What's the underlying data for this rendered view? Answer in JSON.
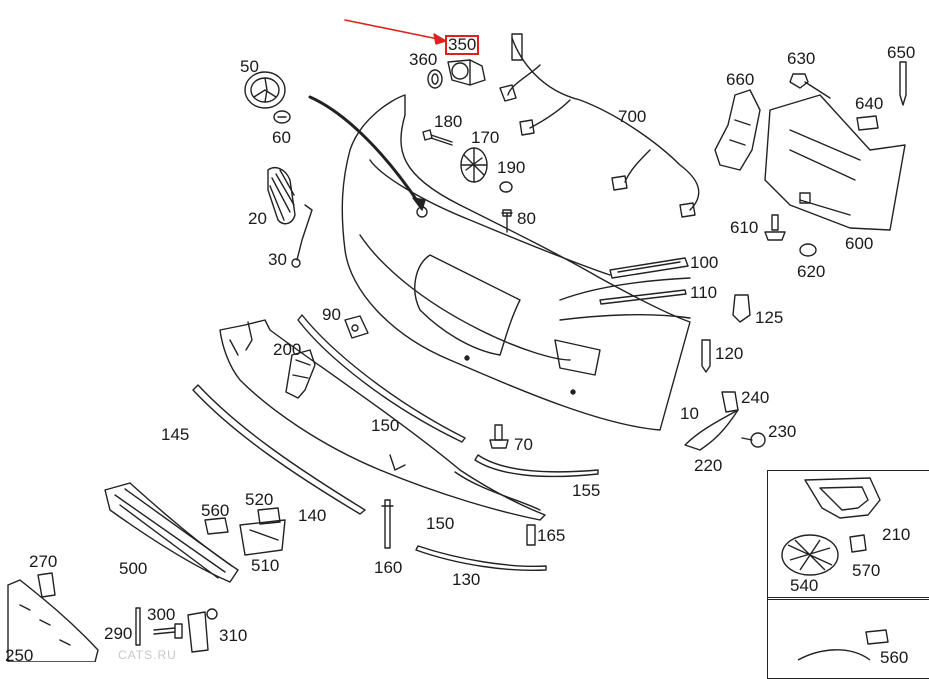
{
  "highlighted_part": "350",
  "watermark": "CATS.RU",
  "labels": {
    "p50": "50",
    "p60": "60",
    "p20": "20",
    "p30": "30",
    "p360": "360",
    "p350": "350",
    "p180": "180",
    "p170": "170",
    "p190": "190",
    "p80": "80",
    "p700": "700",
    "p630": "630",
    "p650": "650",
    "p660": "660",
    "p640": "640",
    "p610": "610",
    "p600": "600",
    "p620": "620",
    "p100": "100",
    "p110": "110",
    "p125": "125",
    "p120": "120",
    "p90": "90",
    "p200": "200",
    "p150a": "150",
    "p150b": "150",
    "p145": "145",
    "p70": "70",
    "p10": "10",
    "p240": "240",
    "p230": "230",
    "p220": "220",
    "p155": "155",
    "p140": "140",
    "p560": "560",
    "p520": "520",
    "p510": "510",
    "p500": "500",
    "p160": "160",
    "p165": "165",
    "p130": "130",
    "p270": "270",
    "p250": "250",
    "p290": "290",
    "p300": "300",
    "p310": "310",
    "p210": "210",
    "p540": "540",
    "p570": "570",
    "p560b": "560"
  }
}
